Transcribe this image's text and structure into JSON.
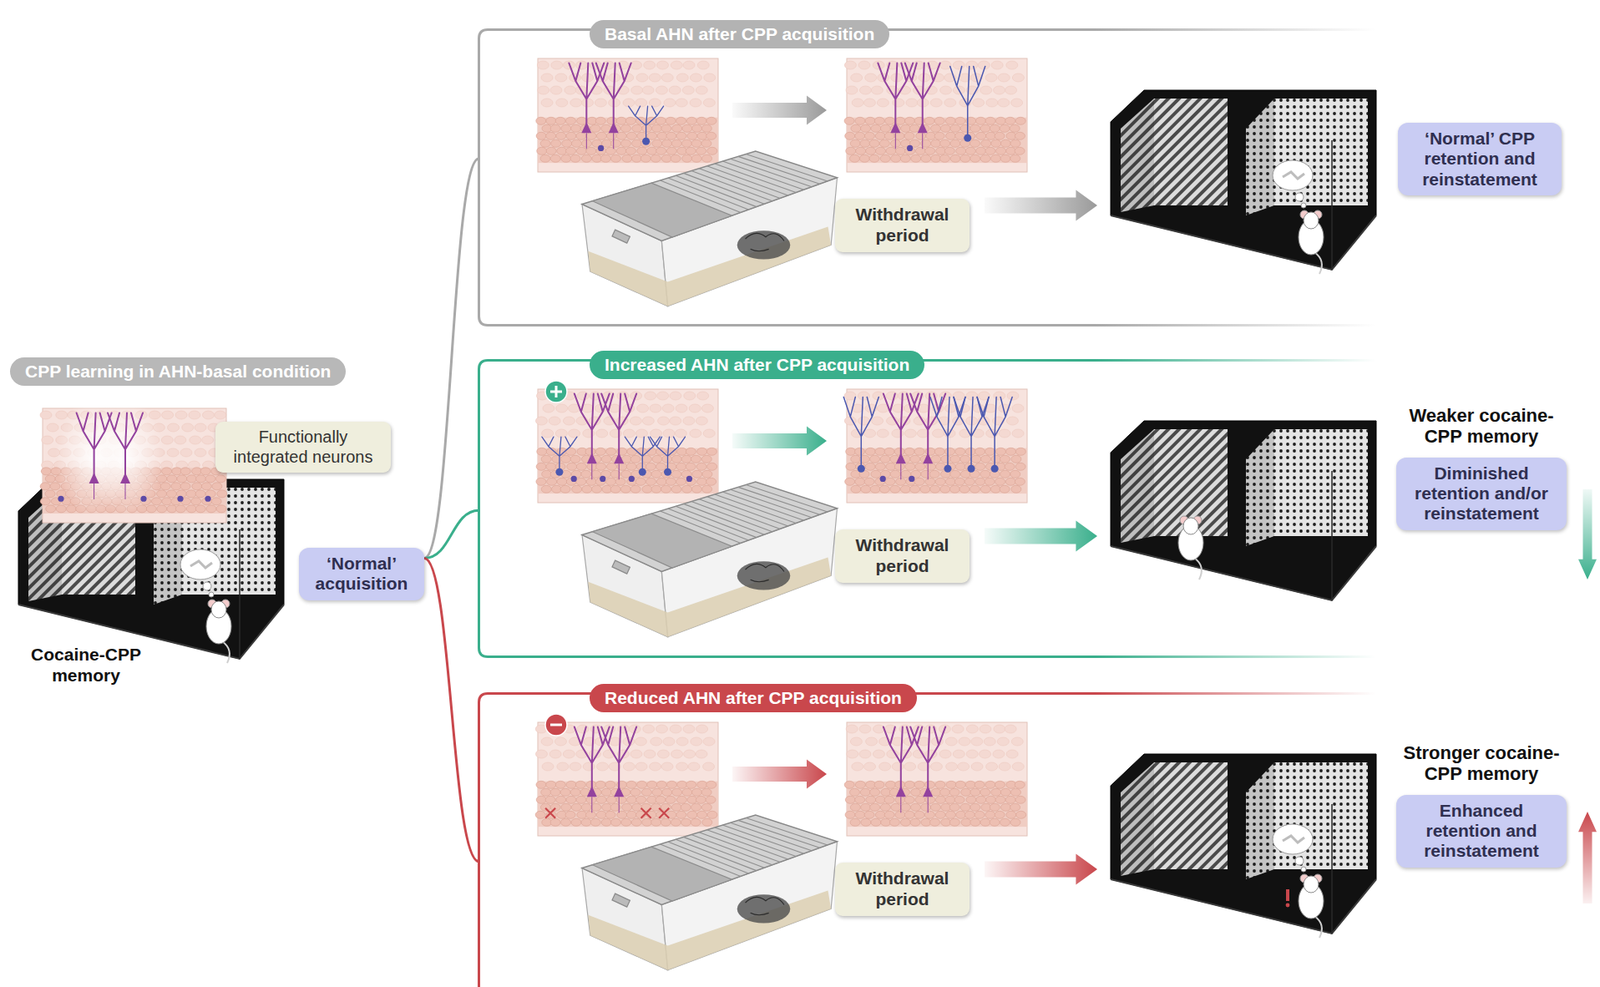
{
  "diagram": {
    "nodes": [
      {
        "text": [
          "CPP learning in AHN-basal condition"
        ]
      },
      {
        "text": [
          "Functionally integrated neurons"
        ]
      },
      {
        "text": [
          "‘Normal’ acquisition"
        ]
      },
      {
        "text": [
          "Basal AHN after CPP acquisition"
        ]
      },
      {
        "text": [
          "Withdrawal period"
        ],
        "in": 3
      },
      {
        "text": [
          "‘Normal’ CPP retention and reinstatement"
        ],
        "in": 3
      },
      {
        "text": [
          "Increased AHN after CPP acquisition"
        ]
      },
      {
        "text": [
          "Withdrawal period"
        ],
        "in": 6
      },
      {
        "text": [
          "Weaker cocaine-CPP memory",
          "Diminished retention and/or reinstatement"
        ],
        "in": 6
      },
      {
        "text": [
          "Reduced AHN after CPP acquisition"
        ]
      },
      {
        "text": [
          "Withdrawal period"
        ],
        "in": 9
      },
      {
        "text": [
          "Stronger cocaine-CPP memory",
          "Enhanced retention and reinstatement"
        ],
        "in": 9
      }
    ],
    "edges": [
      {
        "from": 2,
        "to": 3,
        "arrow": "none"
      },
      {
        "from": 2,
        "to": 6,
        "arrow": "none"
      },
      {
        "from": 2,
        "to": 9,
        "arrow": "none"
      }
    ],
    "labels": [
      "Cocaine-CPP memory"
    ]
  }
}
